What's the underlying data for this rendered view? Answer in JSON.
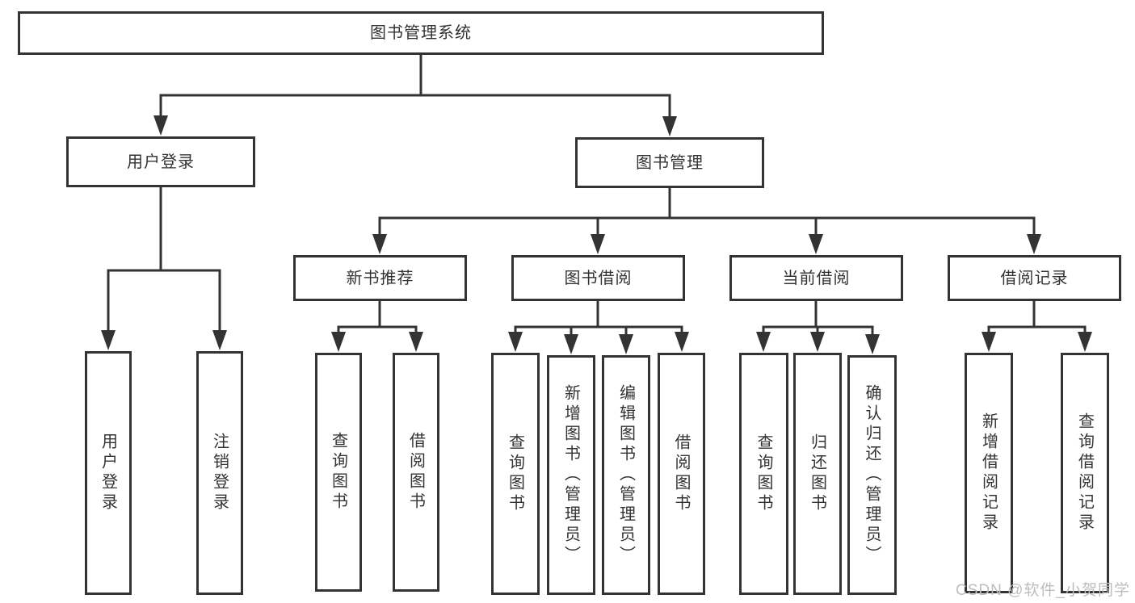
{
  "diagram": {
    "root": {
      "label": "图书管理系统"
    },
    "level2": [
      {
        "label": "用户登录",
        "children": [
          {
            "label": "用户登录"
          },
          {
            "label": "注销登录"
          }
        ]
      },
      {
        "label": "图书管理",
        "children": [
          {
            "label": "新书推荐",
            "children": [
              {
                "label": "查询图书"
              },
              {
                "label": "借阅图书"
              }
            ]
          },
          {
            "label": "图书借阅",
            "children": [
              {
                "label": "查询图书"
              },
              {
                "label": "新增图书（管理员）"
              },
              {
                "label": "编辑图书（管理员）"
              },
              {
                "label": "借阅图书"
              }
            ]
          },
          {
            "label": "当前借阅",
            "children": [
              {
                "label": "查询图书"
              },
              {
                "label": "归还图书"
              },
              {
                "label": "确认归还（管理员）"
              }
            ]
          },
          {
            "label": "借阅记录",
            "children": [
              {
                "label": "新增借阅记录"
              },
              {
                "label": "查询借阅记录"
              }
            ]
          }
        ]
      }
    ]
  },
  "watermark": "CSDN @软件_小贺同学",
  "colors": {
    "line": "#333333",
    "text": "#333333",
    "watermark": "#bdbdbd",
    "background": "#ffffff"
  }
}
